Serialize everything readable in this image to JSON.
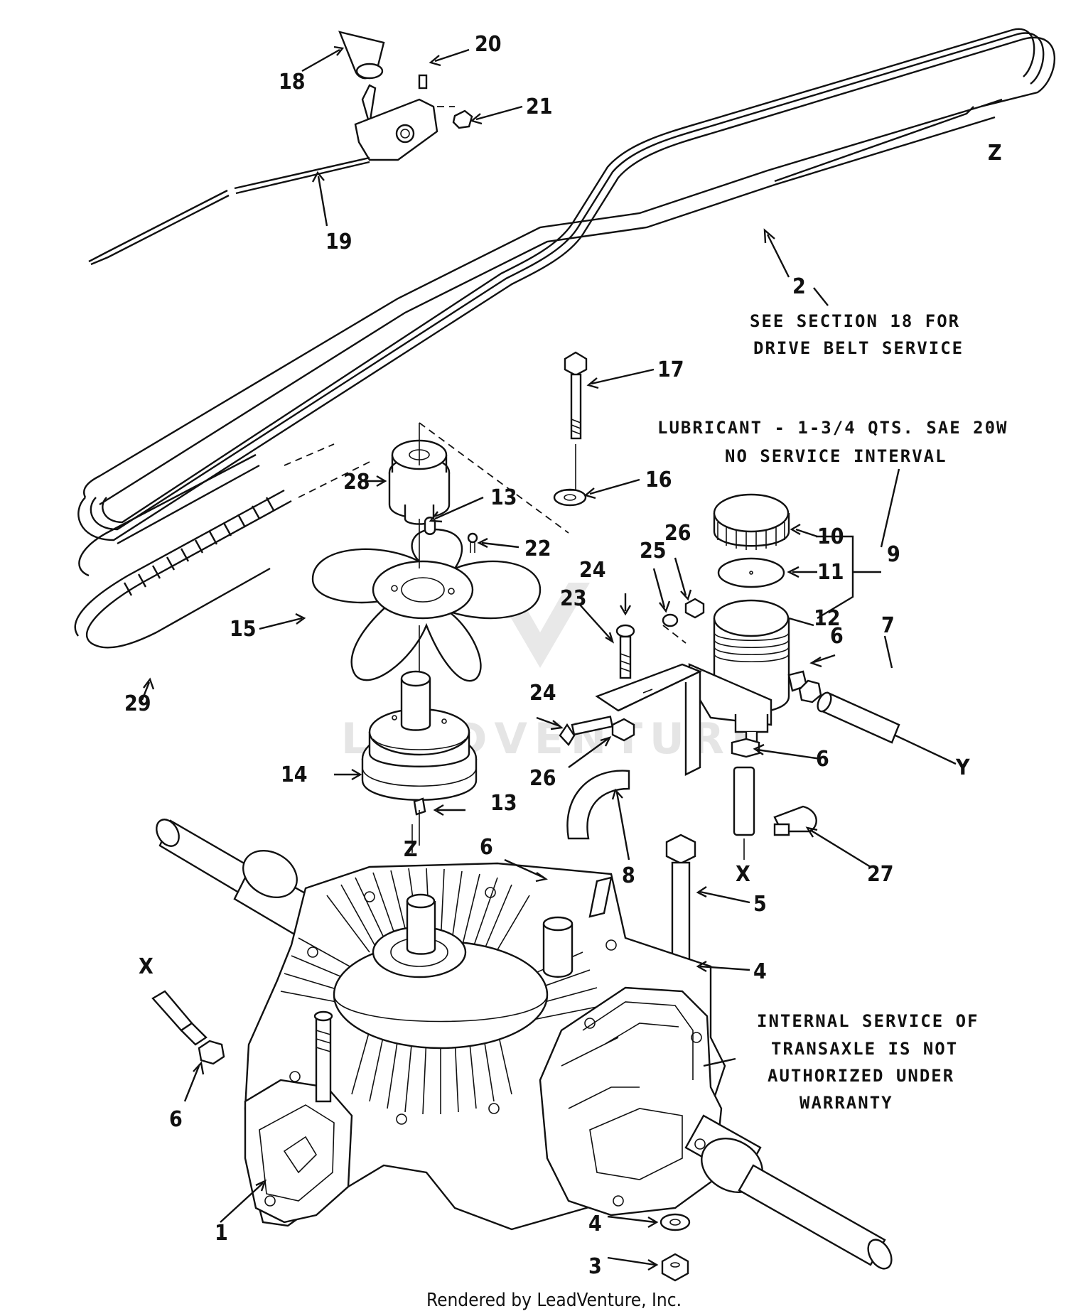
{
  "diagram": {
    "callouts": [
      "1",
      "2",
      "3",
      "4",
      "4",
      "5",
      "6",
      "6",
      "6",
      "6",
      "7",
      "8",
      "9",
      "10",
      "11",
      "12",
      "13",
      "13",
      "14",
      "15",
      "16",
      "17",
      "18",
      "19",
      "20",
      "21",
      "22",
      "23",
      "24",
      "24",
      "25",
      "26",
      "26",
      "27",
      "28",
      "29"
    ],
    "connector_labels": [
      "Z",
      "Z",
      "X",
      "X",
      "Y"
    ],
    "notes": {
      "belt_service_line1": "SEE SECTION 18 FOR",
      "belt_service_line2": "DRIVE BELT SERVICE",
      "lubricant_line1": "LUBRICANT - 1-3/4 QTS. SAE 20W",
      "lubricant_line2": "NO SERVICE INTERVAL",
      "warranty_line1": "INTERNAL SERVICE OF",
      "warranty_line2": "TRANSAXLE IS NOT",
      "warranty_line3": "AUTHORIZED UNDER",
      "warranty_line4": "WARRANTY"
    },
    "watermark": "LEADVENTURE",
    "footer": "Rendered by LeadVenture, Inc."
  }
}
